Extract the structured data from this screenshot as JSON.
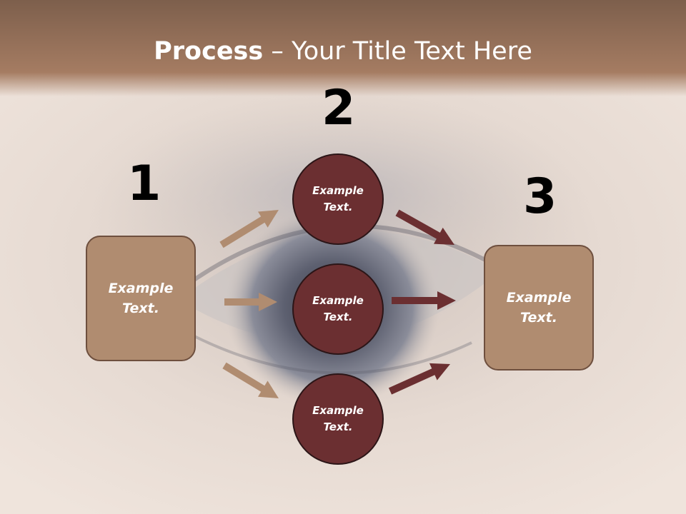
{
  "title": {
    "bold": "Process",
    "rest": " – Your Title Text Here"
  },
  "steps": [
    {
      "number": "1",
      "label": "Example\nText."
    },
    {
      "number": "2",
      "circles": [
        "Example\nText.",
        "Example\nText.",
        "Example\nText."
      ]
    },
    {
      "number": "3",
      "label": "Example\nText."
    }
  ],
  "colors": {
    "title_band": "#a57c62",
    "box_fill": "#b08c70",
    "circle_fill": "#6b2f31",
    "arrow_light": "#b08c70",
    "arrow_dark": "#6b2f31"
  }
}
